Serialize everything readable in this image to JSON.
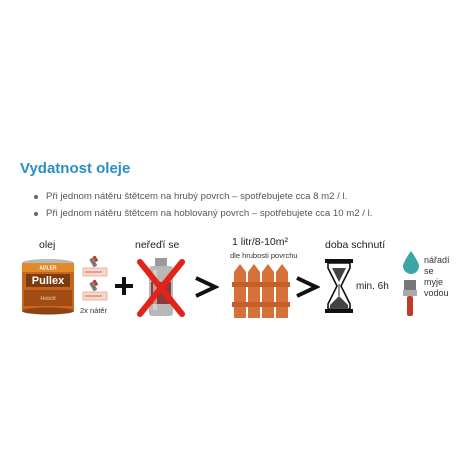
{
  "section": {
    "title": "Vydatnost oleje",
    "bullets": [
      "Při jednom nátěru štětcem na hrubý povrch – spotřebujete cca 8 m2 / l.",
      "Při jednom nátěru štětcem na hoblovaný povrch – spotřebujete cca 10 m2 / l."
    ]
  },
  "infographic": {
    "oil_label": "olej",
    "can_brand": "Pullex",
    "can_maker": "ADLER",
    "can_subtitle": "Holzöl",
    "coats_label": "2x nátěr",
    "no_dilute_label": "neřeďí se",
    "coverage_label": "1 litr/8-10m²",
    "coverage_sub": "dle hrubosti povrchu",
    "drying_label": "doba schnutí",
    "drying_time": "min. 6h",
    "tools_lines": [
      "nářadí",
      "se",
      "myje",
      "vodou"
    ]
  },
  "colors": {
    "title": "#2a8fc1",
    "can_orange": "#d2691e",
    "fence": "#d6713a",
    "cross": "#e2231a",
    "drop": "#3aa6a6"
  }
}
